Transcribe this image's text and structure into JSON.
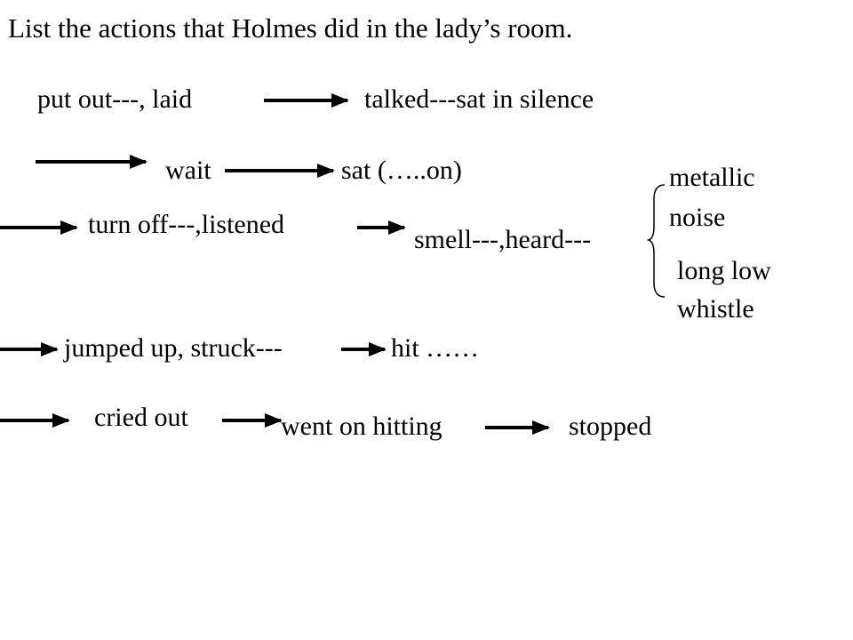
{
  "title": "List the actions that Holmes did in the lady’s room.",
  "rows": {
    "r1": {
      "a": "put out---,  laid",
      "b": "talked---sat  in silence"
    },
    "r2": {
      "a": "wait",
      "b": "sat (…..on)"
    },
    "r3": {
      "a": "turn off---,listened",
      "b": "smell---,heard---"
    },
    "r4": {
      "a": "jumped up, struck---",
      "b": "hit ……"
    },
    "r5": {
      "a": "cried out",
      "b": "went on hitting",
      "c": "stopped"
    }
  },
  "sounds": {
    "s1_line1": "metallic",
    "s1_line2": "noise",
    "s2_line1": "long  low",
    "s2_line2": "whistle"
  },
  "colors": {
    "text": "#000000",
    "arrow": "#000000",
    "background": "#ffffff"
  }
}
